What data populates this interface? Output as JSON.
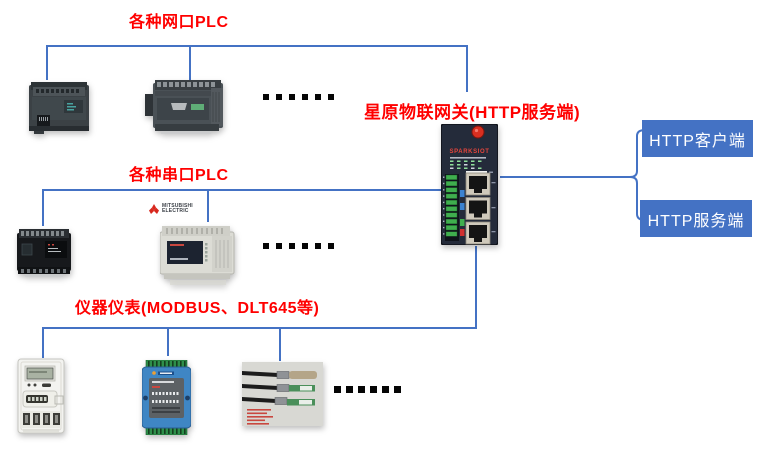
{
  "diagram": {
    "labels": {
      "ethernet_plc": "各种网口PLC",
      "serial_plc": "各种串口PLC",
      "instruments": "仪器仪表(MODBUS、DLT645等)",
      "gateway": "星原物联网关(HTTP服务端)"
    },
    "gateway_device": {
      "brand": "SPARKSIOT"
    },
    "mitsubishi_logo": {
      "line1": "MITSUBISHI",
      "line2": "ELECTRIC"
    },
    "endpoints": {
      "http_client": "HTTP客户端",
      "http_server": "HTTP服务端"
    },
    "colors": {
      "connector_blue": "#4472C4",
      "label_red": "#FF0000",
      "endpoint_box_fill": "#4472C4",
      "endpoint_box_text": "#FFFFFF"
    }
  }
}
